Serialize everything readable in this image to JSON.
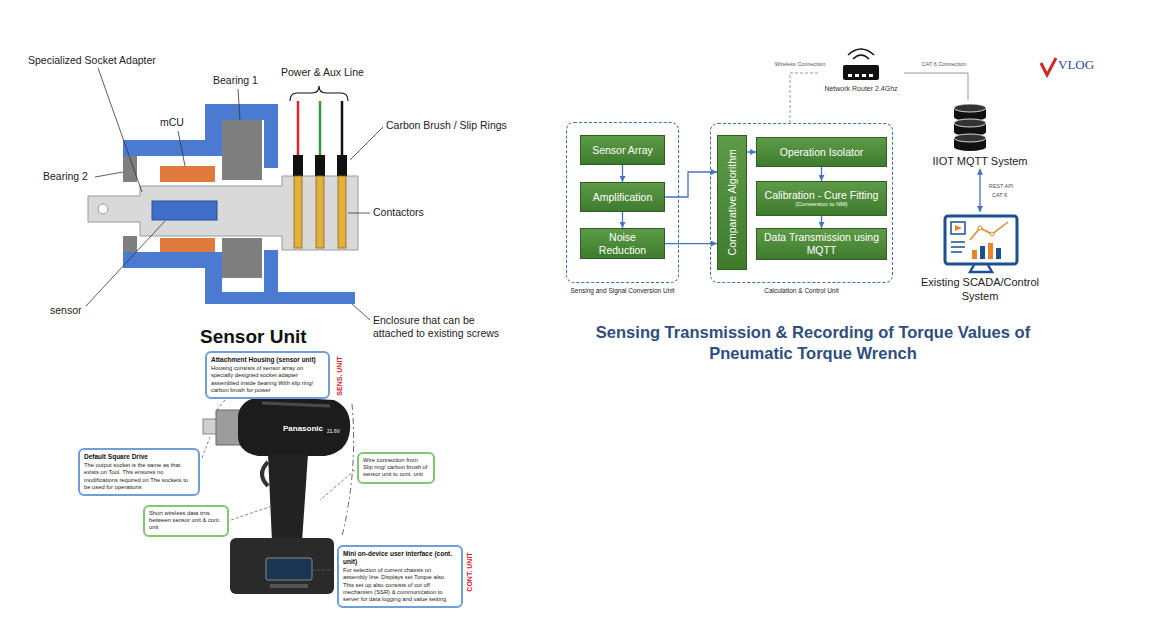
{
  "diagram": {
    "title": "Sensing Transmission & Recording of Torque Values of Pneumatic Torque Wrench",
    "nodes": [
      {
        "text": [
          "Attachment Housing (sensor unit)",
          "Housing consists of sensor array on specially designed socket adapter assembled inside bearing With slip ring/ carbon brush for power"
        ]
      },
      {
        "text": [
          "Default Square Drive",
          "The output socket is the same as that exists on Tool. This ensures no modifications required on The sockets to be used for operations"
        ]
      },
      {
        "text": [
          "Wire connection from Slip ring/ carbon brush of sensor unit to cont. unit"
        ]
      },
      {
        "text": [
          "Short wireless data trns. between sensor unit & cont. unit"
        ]
      },
      {
        "text": [
          "Mini on-device user interface (cont. unit)",
          "For selection of current chassis on assembly line. Displays set Torque also. This set up also consists of cut off mechanism (SSR) & communication to server for data logging and value setting"
        ]
      },
      {
        "text": [
          "Sensing and Signal Conversion Unit"
        ]
      },
      {
        "text": [
          "Sensor Array"
        ],
        "in": 5
      },
      {
        "text": [
          "Amplification"
        ],
        "in": 5
      },
      {
        "text": [
          "Noise Reduction"
        ],
        "in": 5
      },
      {
        "text": [
          "Calculation & Control Unit"
        ]
      },
      {
        "text": [
          "Comparative Algorithm"
        ],
        "in": 9
      },
      {
        "text": [
          "Operation Isolator"
        ],
        "in": 9
      },
      {
        "text": [
          "Calibration - Cure Fitting",
          "(Conversion to NM)"
        ],
        "in": 9
      },
      {
        "text": [
          "Data Transmission using MQTT"
        ],
        "in": 9
      },
      {
        "text": [
          "Network Router 2.4Ghz"
        ]
      },
      {
        "text": [
          "IIOT MQTT System"
        ]
      },
      {
        "text": [
          "Existing SCADA/Control System"
        ]
      }
    ],
    "edges": [
      {
        "from": 6,
        "to": 7,
        "arrow": "to"
      },
      {
        "from": 7,
        "to": 8,
        "arrow": "to"
      },
      {
        "from": 7,
        "to": 10,
        "arrow": "to"
      },
      {
        "from": 8,
        "to": 10,
        "arrow": "to"
      },
      {
        "from": 10,
        "to": 11,
        "arrow": "to"
      },
      {
        "from": 11,
        "to": 12,
        "arrow": "to"
      },
      {
        "from": 12,
        "to": 13,
        "arrow": "to"
      },
      {
        "from": 9,
        "to": 14,
        "label": "Wireless Connection",
        "arrow": "none"
      },
      {
        "from": 14,
        "to": 15,
        "label": "CAT 6 Connection",
        "arrow": "none"
      },
      {
        "from": 15,
        "to": 16,
        "label": "REST API",
        "arrow": "both"
      }
    ],
    "labels": [
      "Specialized Socket Adapter",
      "Bearing 1",
      "Power & Aux Line",
      "mCU",
      "Carbon Brush / Slip Rings",
      "Bearing 2",
      "Contactors",
      "sensor",
      "Enclosure that can be attached to existing screws",
      "Sensor Unit",
      "Panasonic",
      "21.6V",
      "SENS. UNIT",
      "CONT. UNIT",
      "CAT 6",
      "VLOG"
    ]
  }
}
